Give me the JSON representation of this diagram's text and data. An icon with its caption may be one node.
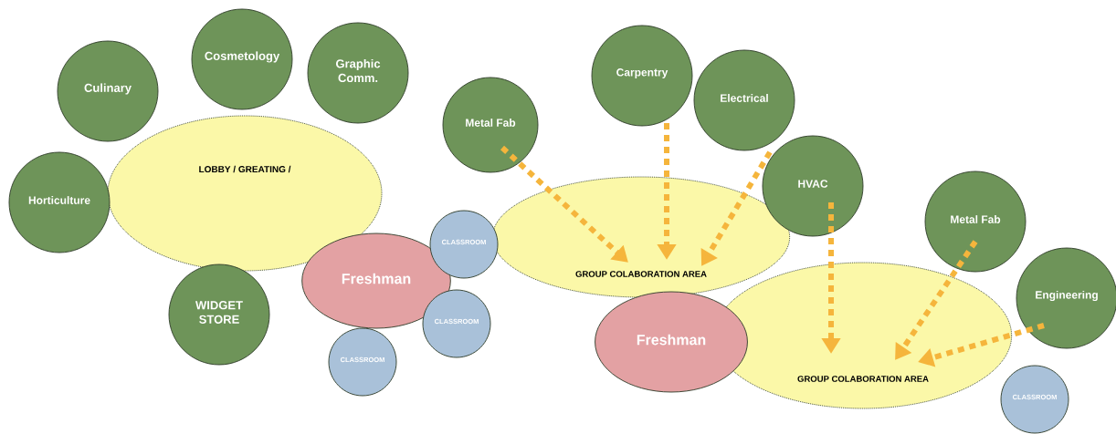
{
  "diagram": {
    "nodes": [
      {
        "text": [
          "Culinary"
        ]
      },
      {
        "text": [
          "Cosmetology"
        ]
      },
      {
        "text": [
          "Graphic Comm."
        ]
      },
      {
        "text": [
          "LOBBY / GREATING /"
        ]
      },
      {
        "text": [
          "Horticulture"
        ]
      },
      {
        "text": [
          "WIDGET STORE"
        ]
      },
      {
        "text": [
          "Freshman"
        ]
      },
      {
        "text": [
          "CLASSROOM"
        ]
      },
      {
        "text": [
          "CLASSROOM"
        ]
      },
      {
        "text": [
          "CLASSROOM"
        ]
      },
      {
        "text": [
          "Metal Fab"
        ]
      },
      {
        "text": [
          "Carpentry"
        ]
      },
      {
        "text": [
          "Electrical"
        ]
      },
      {
        "text": [
          "HVAC"
        ]
      },
      {
        "text": [
          "GROUP COLABORATION AREA"
        ]
      },
      {
        "text": [
          "Freshman"
        ]
      },
      {
        "text": [
          "Metal Fab"
        ]
      },
      {
        "text": [
          "GROUP COLABORATION AREA"
        ]
      },
      {
        "text": [
          "Engineering"
        ]
      },
      {
        "text": [
          "CLASSROOM"
        ]
      }
    ],
    "edges": [
      {
        "from": 10,
        "to": 14,
        "arrow": "to",
        "style": "dashed"
      },
      {
        "from": 11,
        "to": 14,
        "arrow": "to",
        "style": "dashed"
      },
      {
        "from": 12,
        "to": 14,
        "arrow": "to",
        "style": "dashed"
      },
      {
        "from": 13,
        "to": 17,
        "arrow": "to",
        "style": "dashed"
      },
      {
        "from": 16,
        "to": 17,
        "arrow": "to",
        "style": "dashed"
      },
      {
        "from": 18,
        "to": 17,
        "arrow": "to",
        "style": "dashed"
      }
    ]
  }
}
